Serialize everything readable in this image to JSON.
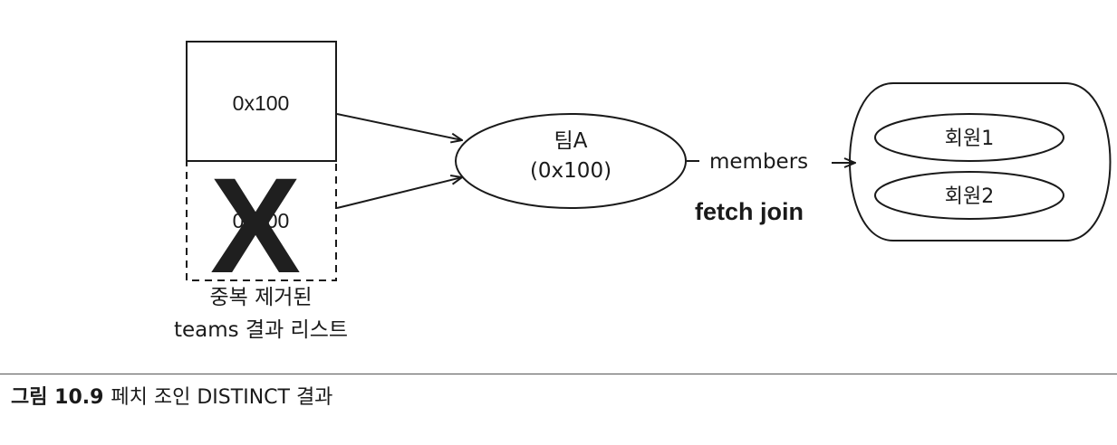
{
  "list": {
    "item1": "0x100",
    "item2": "0x100",
    "removed_mark": "X",
    "label_line1": "중복 제거된",
    "label_line2": "teams 결과 리스트"
  },
  "team": {
    "name": "팀A",
    "address": "(0x100)"
  },
  "relation": {
    "members": "members",
    "fetch_join": "fetch join"
  },
  "members": [
    "회원1",
    "회원2"
  ],
  "caption": {
    "label": "그림 10.9",
    "text": "페치 조인 DISTINCT 결과"
  }
}
